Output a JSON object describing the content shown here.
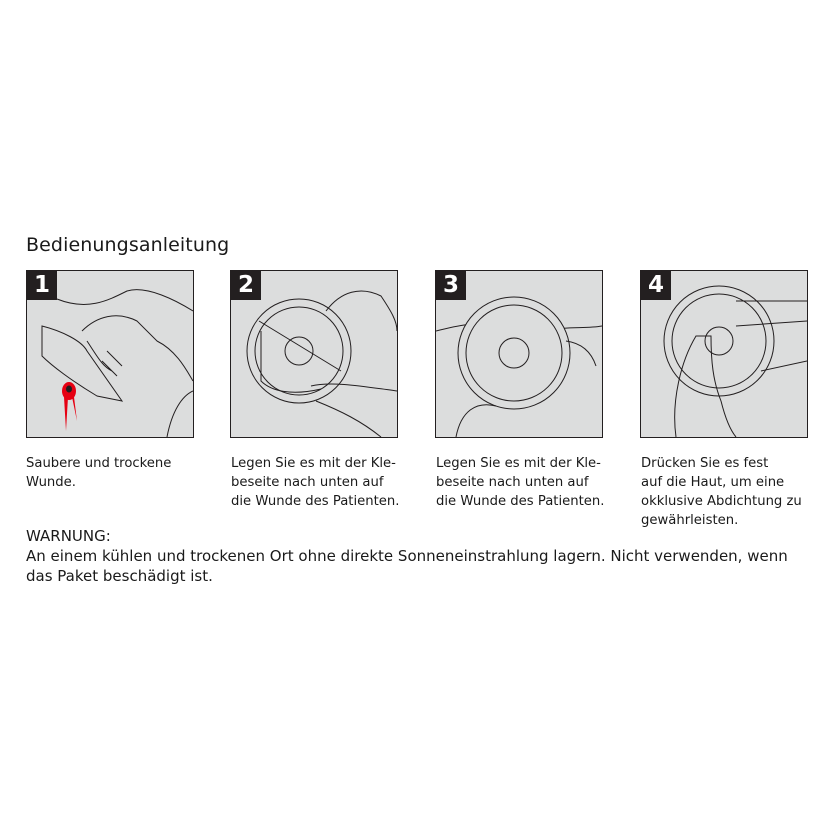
{
  "title": "Bedienungsanleitung",
  "steps": [
    {
      "number": "1",
      "caption": "Saubere und trockene\nWunde."
    },
    {
      "number": "2",
      "caption": "Legen Sie es mit der Kle-\nbeseite nach unten auf\ndie Wunde des Patienten."
    },
    {
      "number": "3",
      "caption": "Legen Sie es mit der Kle-\nbeseite nach unten auf\ndie Wunde des Patienten."
    },
    {
      "number": "4",
      "caption": "Drücken Sie es fest\nauf die Haut, um eine\nokklusive Abdichtung zu\ngewährleisten."
    }
  ],
  "warning": {
    "title": "WARNUNG:",
    "text": "An einem kühlen und trockenen Ort ohne direkte Sonneneinstrahlung lagern. Nicht verwenden, wenn das Paket beschädigt ist."
  },
  "colors": {
    "panel_bg": "#dcdddd",
    "border": "#231f20",
    "blood": "#e60012"
  }
}
